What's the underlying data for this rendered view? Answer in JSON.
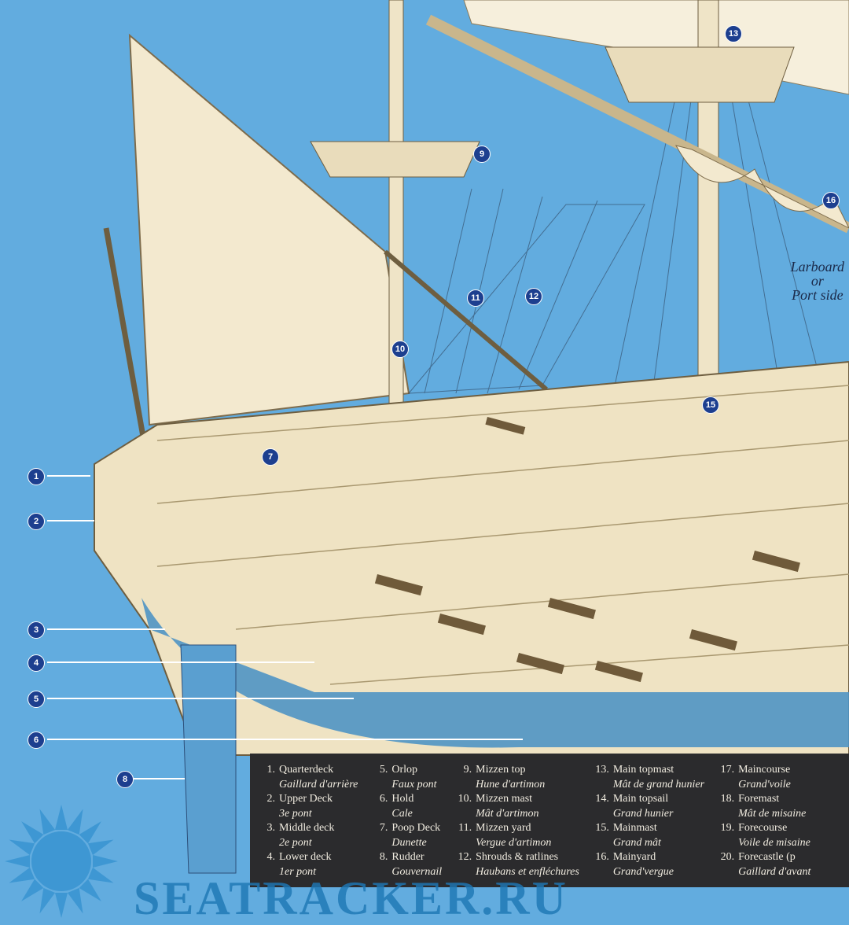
{
  "markers": [
    "1",
    "2",
    "3",
    "4",
    "5",
    "6",
    "7",
    "8",
    "9",
    "10",
    "11",
    "12",
    "13",
    "15",
    "16"
  ],
  "port_label": {
    "line1": "Larboard",
    "line2": "or",
    "line3": "Port side"
  },
  "legend": [
    [
      {
        "n": "1.",
        "en": "Quarterdeck",
        "fr": "Gaillard d'arrière"
      },
      {
        "n": "2.",
        "en": "Upper Deck",
        "fr": "3e pont"
      },
      {
        "n": "3.",
        "en": "Middle deck",
        "fr": "2e pont"
      },
      {
        "n": "4.",
        "en": "Lower deck",
        "fr": "1er pont"
      }
    ],
    [
      {
        "n": "5.",
        "en": "Orlop",
        "fr": "Faux pont"
      },
      {
        "n": "6.",
        "en": "Hold",
        "fr": "Cale"
      },
      {
        "n": "7.",
        "en": "Poop Deck",
        "fr": "Dunette"
      },
      {
        "n": "8.",
        "en": "Rudder",
        "fr": "Gouvernail"
      }
    ],
    [
      {
        "n": "9.",
        "en": "Mizzen top",
        "fr": "Hune d'artimon"
      },
      {
        "n": "10.",
        "en": "Mizzen mast",
        "fr": "Mât d'artimon"
      },
      {
        "n": "11.",
        "en": "Mizzen yard",
        "fr": "Vergue d'artimon"
      },
      {
        "n": "12.",
        "en": "Shrouds & ratlines",
        "fr": "Haubans et enfléchures"
      }
    ],
    [
      {
        "n": "13.",
        "en": "Main topmast",
        "fr": "Mât de grand hunier"
      },
      {
        "n": "14.",
        "en": "Main topsail",
        "fr": "Grand hunier"
      },
      {
        "n": "15.",
        "en": "Mainmast",
        "fr": "Grand mât"
      },
      {
        "n": "16.",
        "en": "Mainyard",
        "fr": "Grand'vergue"
      }
    ],
    [
      {
        "n": "17.",
        "en": "Maincourse",
        "fr": "Grand'voile"
      },
      {
        "n": "18.",
        "en": "Foremast",
        "fr": "Mât de misaine"
      },
      {
        "n": "19.",
        "en": "Forecourse",
        "fr": "Voile de misaine"
      },
      {
        "n": "20.",
        "en": "Forecastle (p",
        "fr": "Gaillard d'avant"
      }
    ]
  ],
  "watermark": "SEATRACKER.RU"
}
